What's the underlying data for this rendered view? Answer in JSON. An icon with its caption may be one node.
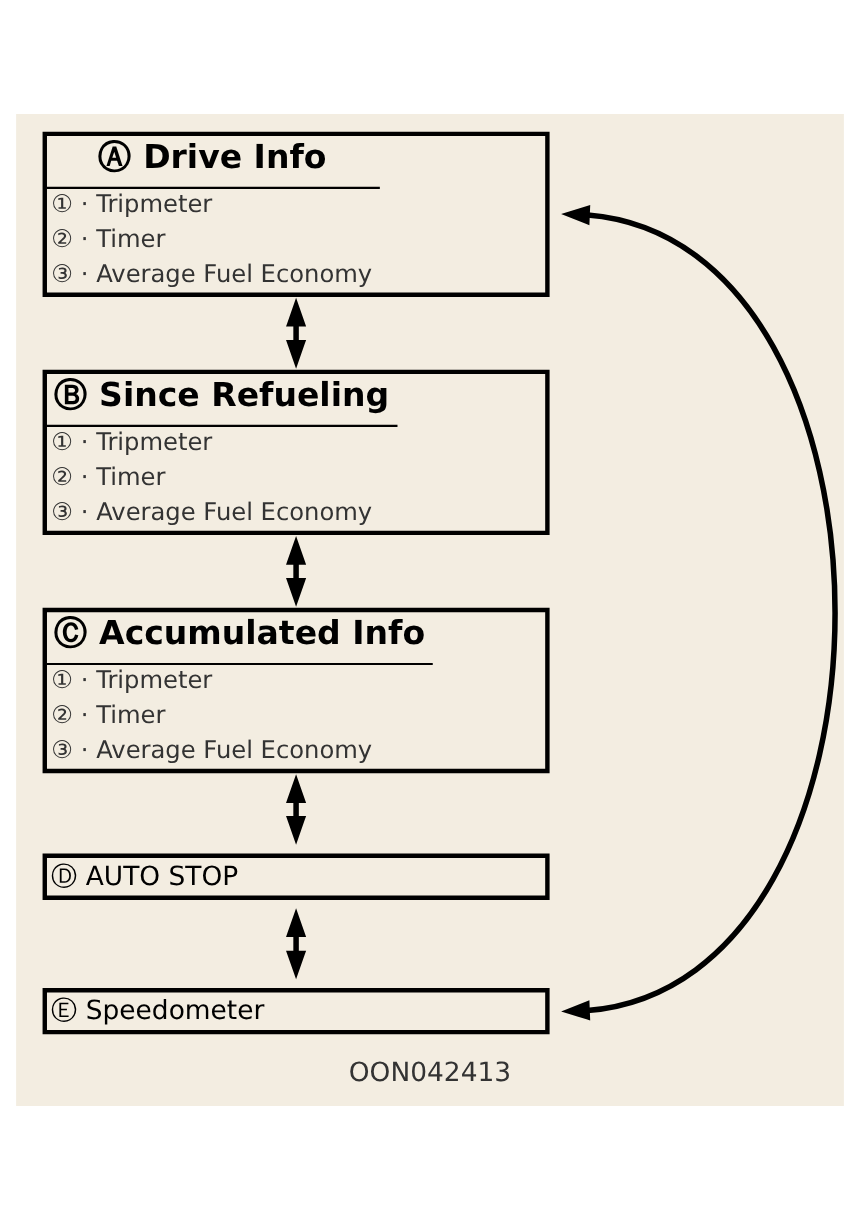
{
  "diagram": {
    "caption": "OON042413",
    "nodes": [
      {
        "text": [
          "Ⓐ Drive Info",
          "① · Tripmeter",
          "② · Timer",
          "③ · Average Fuel Economy"
        ]
      },
      {
        "text": [
          "Ⓑ Since Refueling",
          "① · Tripmeter",
          "② · Timer",
          "③ · Average Fuel Economy"
        ]
      },
      {
        "text": [
          "Ⓒ Accumulated Info",
          "① · Tripmeter",
          "② · Timer",
          "③ · Average Fuel Economy"
        ]
      },
      {
        "text": [
          "Ⓓ AUTO STOP"
        ]
      },
      {
        "text": [
          "Ⓔ Speedometer"
        ]
      }
    ],
    "edges": [
      {
        "from": 0,
        "to": 1,
        "arrow": "both"
      },
      {
        "from": 1,
        "to": 2,
        "arrow": "both"
      },
      {
        "from": 2,
        "to": 3,
        "arrow": "both"
      },
      {
        "from": 3,
        "to": 4,
        "arrow": "both"
      },
      {
        "from": 4,
        "to": 0,
        "arrow": "both"
      }
    ]
  }
}
